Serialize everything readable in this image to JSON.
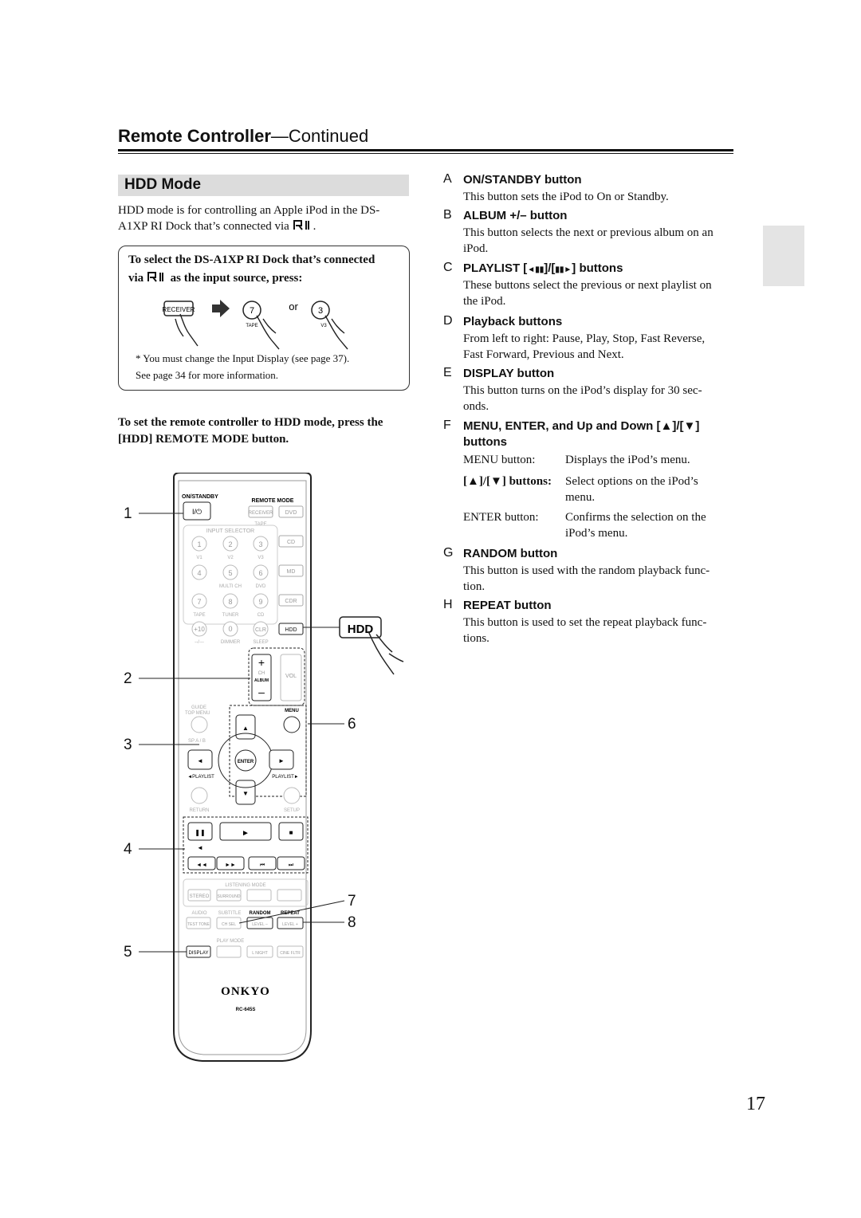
{
  "header": {
    "title": "Remote Controller",
    "continued": "—Continued"
  },
  "section": {
    "title": "HDD Mode"
  },
  "intro": {
    "line1": "HDD mode is for controlling an Apple iPod in the DS-",
    "line2": "A1XP RI Dock that’s connected via",
    "line2_end": "."
  },
  "box": {
    "heading1": "To select the DS-A1XP RI Dock that’s connected",
    "heading2_a": "via",
    "heading2_b": "as the input source, press:",
    "receiver_label": "RECEIVER",
    "btn7": "7",
    "btn7_sub": "TAPE",
    "or": "or",
    "btn3": "3",
    "btn3_sub": "V3",
    "note1": "*  You must change the Input Display (see page 37).",
    "note2": "See page 34 for more information."
  },
  "instruction": {
    "line1": "To set the remote controller to HDD mode, press the",
    "line2": "[HDD] REMOTE MODE button."
  },
  "items": [
    {
      "letter": "A",
      "title": "ON/STANDBY button",
      "desc": [
        "This button sets the iPod to On or Standby."
      ]
    },
    {
      "letter": "B",
      "title": "ALBUM +/– button",
      "desc": [
        "This button selects the next or previous album on an",
        "iPod."
      ]
    },
    {
      "letter": "C",
      "title_a": "PLAYLIST [",
      "title_b": "]/[",
      "title_c": "] buttons",
      "desc": [
        "These buttons select the previous or next playlist on",
        "the iPod."
      ]
    },
    {
      "letter": "D",
      "title": "Playback buttons",
      "desc": [
        "From left to right: Pause, Play, Stop, Fast Reverse,",
        "Fast Forward, Previous and Next."
      ]
    },
    {
      "letter": "E",
      "title": "DISPLAY button",
      "desc": [
        "This button turns on the iPod’s display for 30 sec-",
        "onds."
      ]
    },
    {
      "letter": "F",
      "title": "MENU, ENTER, and Up and Down [▲]/[▼]",
      "title2": "buttons",
      "rows": [
        {
          "label": "MENU button:",
          "text": "Displays the iPod’s menu."
        },
        {
          "label": "[▲]/[▼] buttons:",
          "text": "Select options on the iPod’s",
          "text2": "menu."
        },
        {
          "label": "ENTER button:",
          "text": "Confirms the selection on the",
          "text2": "iPod’s menu."
        }
      ]
    },
    {
      "letter": "G",
      "title": "RANDOM button",
      "desc": [
        "This button is used with the random playback func-",
        "tion."
      ]
    },
    {
      "letter": "H",
      "title": "REPEAT button",
      "desc": [
        "This button is used to set the repeat playback func-",
        "tions."
      ]
    }
  ],
  "remote": {
    "on_standby": "ON/STANDBY",
    "remote_mode": "REMOTE MODE",
    "receiver": "RECEIVER",
    "dvd": "DVD",
    "tape": "TAPE",
    "input_selector": "INPUT SELECTOR",
    "cd": "CD",
    "md": "MD",
    "cdr": "CDR",
    "hdd": "HDD",
    "n1": "1",
    "n2": "2",
    "n3": "3",
    "n4": "4",
    "n5": "5",
    "n6": "6",
    "n7": "7",
    "n8": "8",
    "n9": "9",
    "n10": "+10",
    "n0": "0",
    "clr": "CLR",
    "v1": "V1",
    "v2": "V2",
    "v3": "V3",
    "multi_ch": "MULTI CH",
    "dvd_s": "DVD",
    "tape_s": "TAPE",
    "tuner": "TUNER",
    "cd_s": "CD",
    "dash": "--/---",
    "dimmer": "DIMMER",
    "sleep": "SLEEP",
    "ch": "CH",
    "album": "ALBUM",
    "vol": "VOL",
    "guide": "GUIDE",
    "top_menu": "TOP MENU",
    "menu": "MENU",
    "sp_ab": "SP A / B",
    "enter": "ENTER",
    "playlist_l": "◄PLAYLIST",
    "playlist_r": "PLAYLIST►",
    "return": "RETURN",
    "setup": "SETUP",
    "listening_mode": "LISTENING MODE",
    "stereo": "STEREO",
    "surround": "SURROUND",
    "audio": "AUDIO",
    "subtitle": "SUBTITLE",
    "random": "RANDOM",
    "repeat": "REPEAT",
    "test_tone": "TEST TONE",
    "ch_sel": "CH SEL",
    "level_m": "LEVEL –",
    "level_p": "LEVEL +",
    "play_mode": "PLAY MODE",
    "display": "DISPLAY",
    "l_night": "L NIGHT",
    "cine_fltr": "CINE FLTR",
    "brand": "ONKYO",
    "model": "RC-645S",
    "hdd_callout": "HDD"
  },
  "callouts": [
    "1",
    "2",
    "3",
    "4",
    "5",
    "6",
    "7",
    "8"
  ],
  "page_number": "17"
}
